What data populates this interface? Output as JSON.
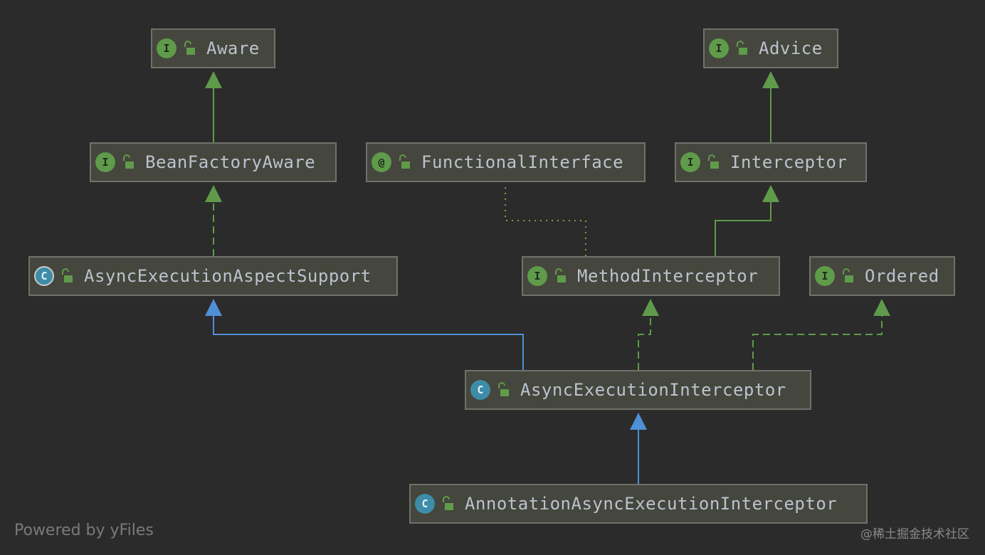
{
  "diagram": {
    "nodes": [
      {
        "id": "aware",
        "label": "Aware",
        "kind": "interface",
        "badge": "I"
      },
      {
        "id": "advice",
        "label": "Advice",
        "kind": "interface",
        "badge": "I"
      },
      {
        "id": "beanfactoryaware",
        "label": "BeanFactoryAware",
        "kind": "interface",
        "badge": "I"
      },
      {
        "id": "functionalinterface",
        "label": "FunctionalInterface",
        "kind": "annotation",
        "badge": "@"
      },
      {
        "id": "interceptor",
        "label": "Interceptor",
        "kind": "interface",
        "badge": "I"
      },
      {
        "id": "asyncexecutionaspectsupport",
        "label": "AsyncExecutionAspectSupport",
        "kind": "abstract-class",
        "badge": "C"
      },
      {
        "id": "methodinterceptor",
        "label": "MethodInterceptor",
        "kind": "interface",
        "badge": "I"
      },
      {
        "id": "ordered",
        "label": "Ordered",
        "kind": "interface",
        "badge": "I"
      },
      {
        "id": "asyncexecutioninterceptor",
        "label": "AsyncExecutionInterceptor",
        "kind": "class",
        "badge": "C"
      },
      {
        "id": "annotationasyncexecutioninterceptor",
        "label": "AnnotationAsyncExecutionInterceptor",
        "kind": "class",
        "badge": "C"
      }
    ],
    "edges": [
      {
        "from": "beanfactoryaware",
        "to": "aware",
        "type": "extends-interface"
      },
      {
        "from": "interceptor",
        "to": "advice",
        "type": "extends-interface"
      },
      {
        "from": "asyncexecutionaspectsupport",
        "to": "beanfactoryaware",
        "type": "implements"
      },
      {
        "from": "methodinterceptor",
        "to": "interceptor",
        "type": "extends-interface"
      },
      {
        "from": "methodinterceptor",
        "to": "functionalinterface",
        "type": "annotated"
      },
      {
        "from": "asyncexecutioninterceptor",
        "to": "asyncexecutionaspectsupport",
        "type": "extends-class"
      },
      {
        "from": "asyncexecutioninterceptor",
        "to": "methodinterceptor",
        "type": "implements"
      },
      {
        "from": "asyncexecutioninterceptor",
        "to": "ordered",
        "type": "implements"
      },
      {
        "from": "annotationasyncexecutioninterceptor",
        "to": "asyncexecutioninterceptor",
        "type": "extends-class"
      }
    ]
  },
  "colors": {
    "background": "#2b2b2b",
    "node_fill": "#45463d",
    "node_border": "#70726a",
    "text": "#bcc3cf",
    "interface_edge": "#5f9b4a",
    "class_edge": "#4f8fd6",
    "annotation_edge": "#8a9a3a"
  },
  "footer": "Powered by yFiles",
  "watermark": "@稀土掘金技术社区"
}
